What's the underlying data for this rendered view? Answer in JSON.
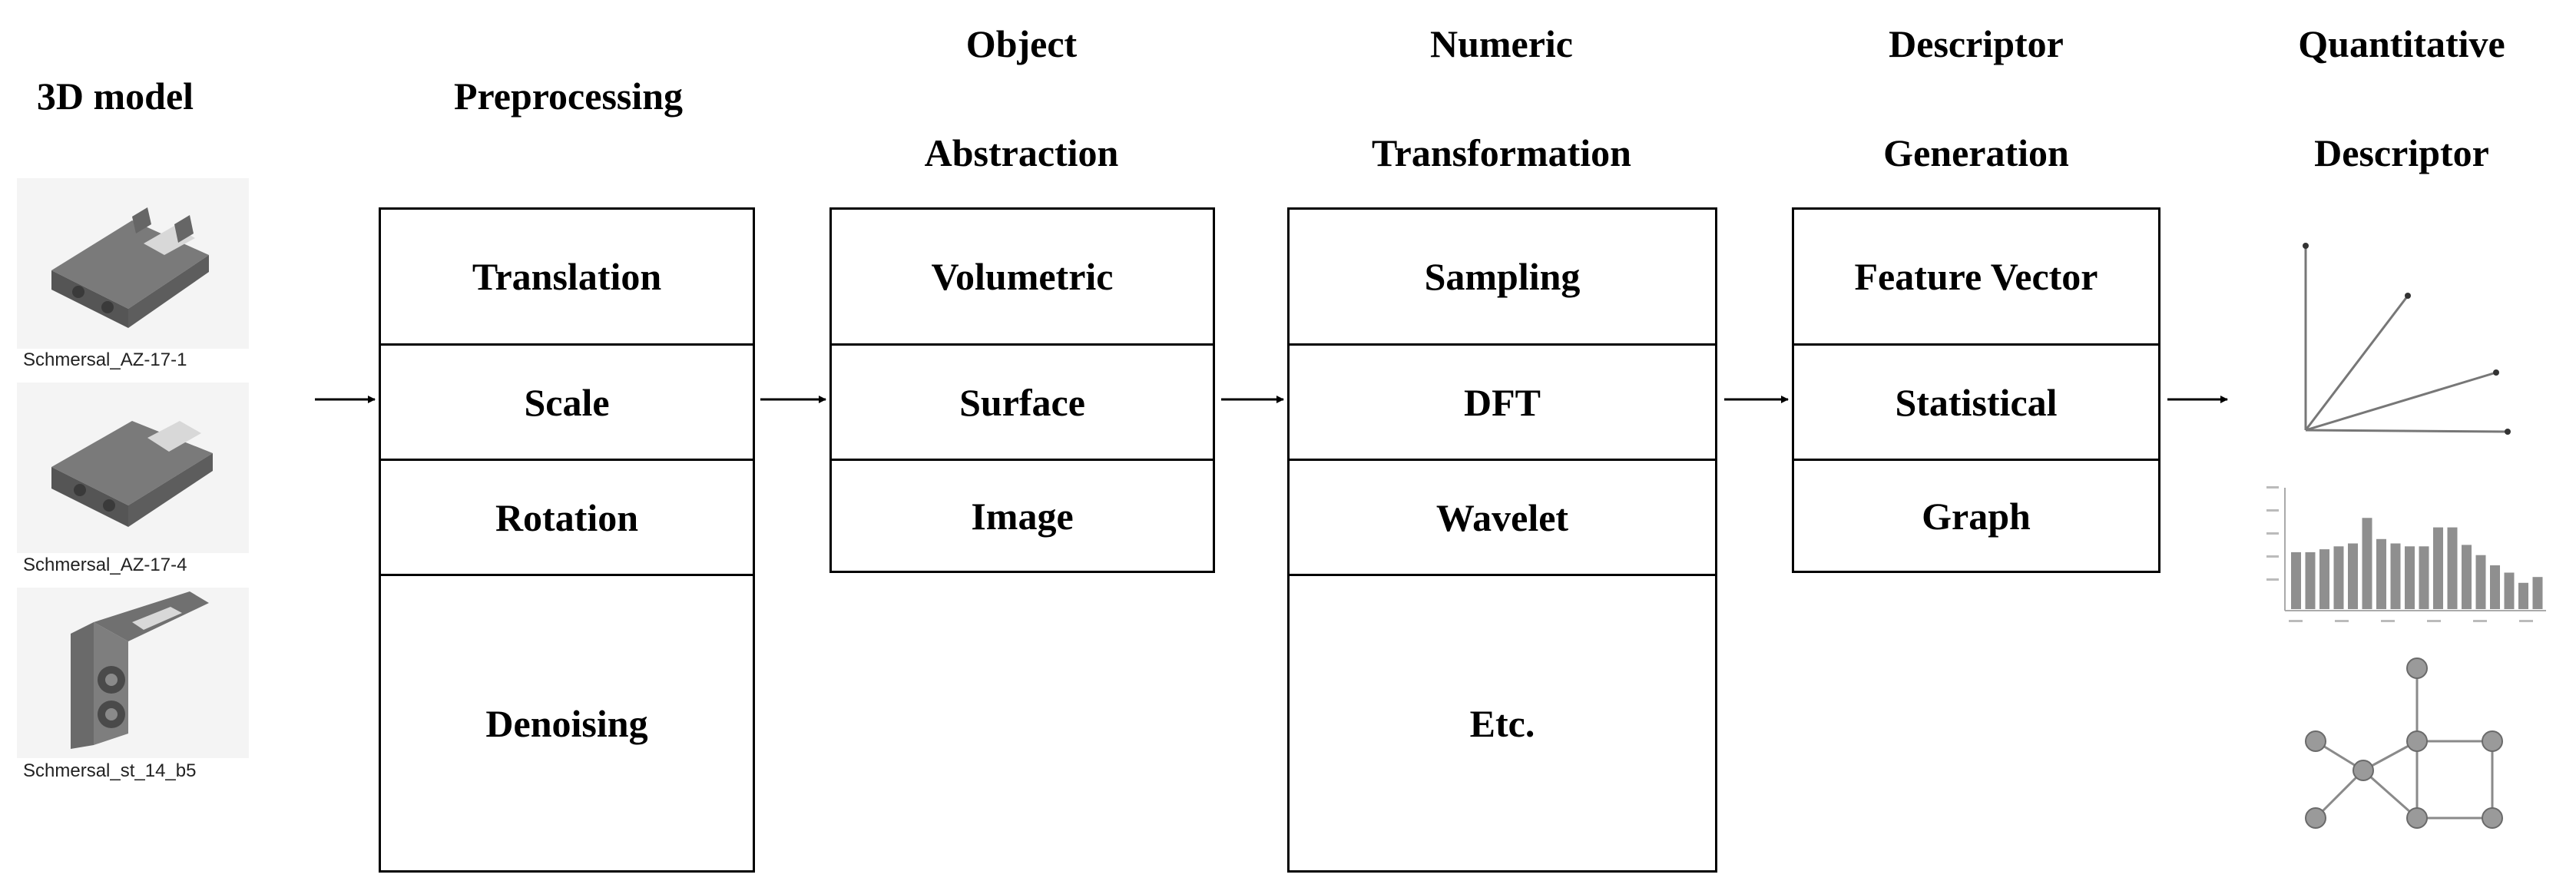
{
  "columns": {
    "model": {
      "title": [
        "3D model"
      ]
    },
    "preprocessing": {
      "title": [
        "Preprocessing"
      ],
      "items": [
        "Translation",
        "Scale",
        "Rotation",
        "Denoising"
      ]
    },
    "abstraction": {
      "title": [
        "Object",
        "Abstraction"
      ],
      "items": [
        "Volumetric",
        "Surface",
        "Image"
      ]
    },
    "transformation": {
      "title": [
        "Numeric",
        "Transformation"
      ],
      "items": [
        "Sampling",
        "DFT",
        "Wavelet",
        "Etc."
      ]
    },
    "generation": {
      "title": [
        "Descriptor",
        "Generation"
      ],
      "items": [
        "Feature Vector",
        "Statistical",
        "Graph"
      ]
    },
    "quantitative": {
      "title": [
        "Quantitative",
        "Descriptor"
      ]
    }
  },
  "models": [
    {
      "caption": "Schmersal_AZ-17-1",
      "icon": "bracket-model-icon"
    },
    {
      "caption": "Schmersal_AZ-17-4",
      "icon": "bracket-model-icon"
    },
    {
      "caption": "Schmersal_st_14_b5",
      "icon": "angle-bracket-model-icon"
    }
  ],
  "descriptor_icons": [
    "vector-plot-icon",
    "histogram-icon",
    "graph-network-icon"
  ],
  "colors": {
    "stroke": "#000000",
    "model_gray": "#6e6e6e",
    "node_gray": "#9a9a9a"
  }
}
